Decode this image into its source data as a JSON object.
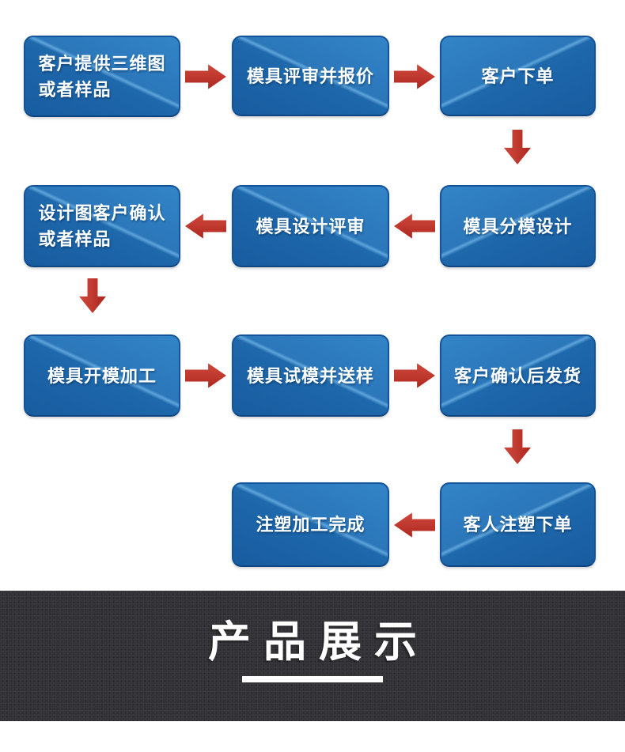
{
  "flowchart": {
    "steps": [
      {
        "label": "客户提供三维图\n或者样品"
      },
      {
        "label": "模具评审并报价"
      },
      {
        "label": "客户下单"
      },
      {
        "label": "模具分模设计"
      },
      {
        "label": "模具设计评审"
      },
      {
        "label": "设计图客户确认\n或者样品"
      },
      {
        "label": "模具开模加工"
      },
      {
        "label": "模具试模并送样"
      },
      {
        "label": "客户确认后发货"
      },
      {
        "label": "客人注塑下单"
      },
      {
        "label": "注塑加工完成"
      }
    ],
    "colors": {
      "box_light": "#3285c8",
      "box_dark": "#1e68ac",
      "box_highlight": "#5ea4da",
      "box_border": "#15549b",
      "box_text": "#ffffff",
      "arrow_red": "#c23b31"
    }
  },
  "banner": {
    "title": "产品展示",
    "background": "#323236",
    "text_color": "#ffffff"
  }
}
